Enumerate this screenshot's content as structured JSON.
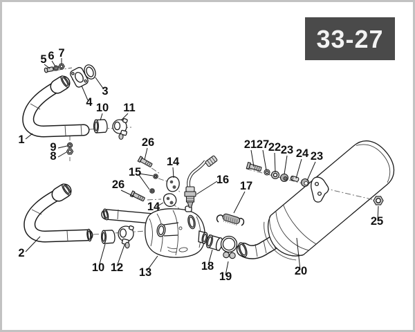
{
  "page": {
    "code": "33-27"
  },
  "badge": {
    "bg": "#4a4a4a",
    "fg": "#f2f2f2"
  },
  "frame": {
    "border_color": "#c2c2c2",
    "bg": "#ffffff"
  },
  "diagram": {
    "line_color": "#1a1a1a",
    "centerline_color": "#5a5a5a"
  },
  "callouts": [
    {
      "id": "1a",
      "label": "1"
    },
    {
      "id": "2a",
      "label": "2"
    },
    {
      "id": "3a",
      "label": "3"
    },
    {
      "id": "4a",
      "label": "4"
    },
    {
      "id": "5a",
      "label": "5"
    },
    {
      "id": "6a",
      "label": "6"
    },
    {
      "id": "7a",
      "label": "7"
    },
    {
      "id": "8a",
      "label": "8"
    },
    {
      "id": "9a",
      "label": "9"
    },
    {
      "id": "10a",
      "label": "10"
    },
    {
      "id": "11a",
      "label": "11"
    },
    {
      "id": "26a",
      "label": "26"
    },
    {
      "id": "14a",
      "label": "14"
    },
    {
      "id": "15a",
      "label": "15"
    },
    {
      "id": "26b",
      "label": "26"
    },
    {
      "id": "16a",
      "label": "16"
    },
    {
      "id": "14b",
      "label": "14"
    },
    {
      "id": "17a",
      "label": "17"
    },
    {
      "id": "21a",
      "label": "21"
    },
    {
      "id": "27a",
      "label": "27"
    },
    {
      "id": "22a",
      "label": "22"
    },
    {
      "id": "23a",
      "label": "23"
    },
    {
      "id": "24a",
      "label": "24"
    },
    {
      "id": "23b",
      "label": "23"
    },
    {
      "id": "25a",
      "label": "25"
    },
    {
      "id": "20a",
      "label": "20"
    },
    {
      "id": "10b",
      "label": "10"
    },
    {
      "id": "12a",
      "label": "12"
    },
    {
      "id": "13a",
      "label": "13"
    },
    {
      "id": "18a",
      "label": "18"
    },
    {
      "id": "19a",
      "label": "19"
    }
  ]
}
